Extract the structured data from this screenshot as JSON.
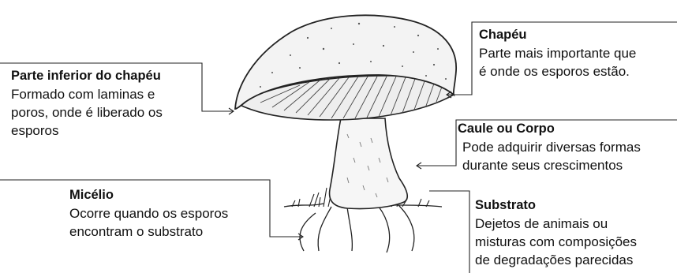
{
  "labels": {
    "chapeu": {
      "title": "Chapéu",
      "desc": "Parte mais importante que\né onde os esporos estão."
    },
    "parte_inferior": {
      "title": "Parte inferior do chapéu",
      "desc": "Formado  com laminas e\nporos, onde é liberado os\nesporos"
    },
    "caule": {
      "title": "Caule ou Corpo",
      "desc": "Pode adquirir diversas formas\ndurante seus crescimentos"
    },
    "micelio": {
      "title": "Micélio",
      "desc": "Ocorre quando os esporos\nencontram o substrato"
    },
    "substrato": {
      "title": "Substrato",
      "desc": "Dejetos de animais ou\nmisturas com composições\nde degradações parecidas"
    }
  },
  "colors": {
    "line": "#222222",
    "text": "#111111",
    "background": "#ffffff"
  }
}
